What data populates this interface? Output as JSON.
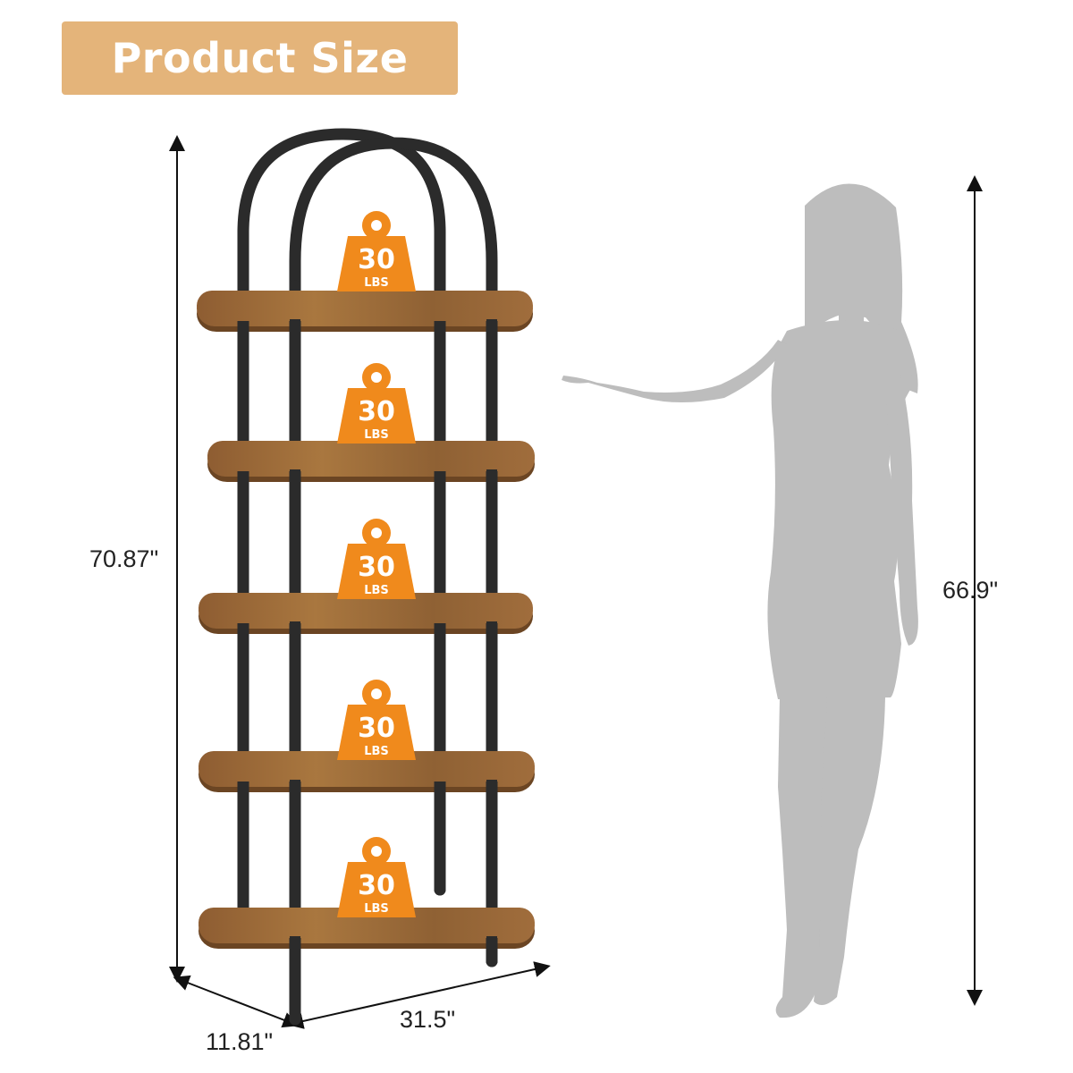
{
  "title": "Product Size",
  "dimensions": {
    "height": "70.87\"",
    "depth": "11.81\"",
    "width": "31.5\"",
    "person_height": "66.9\""
  },
  "weight_badges": [
    {
      "value": "30",
      "unit": "LBS"
    },
    {
      "value": "30",
      "unit": "LBS"
    },
    {
      "value": "30",
      "unit": "LBS"
    },
    {
      "value": "30",
      "unit": "LBS"
    },
    {
      "value": "30",
      "unit": "LBS"
    }
  ],
  "colors": {
    "badge_bg": "#e4b47a",
    "weight_orange": "#f08a1c",
    "wood": "#9a6a3c",
    "frame": "#2b2b2b",
    "silhouette": "#bdbdbd"
  }
}
